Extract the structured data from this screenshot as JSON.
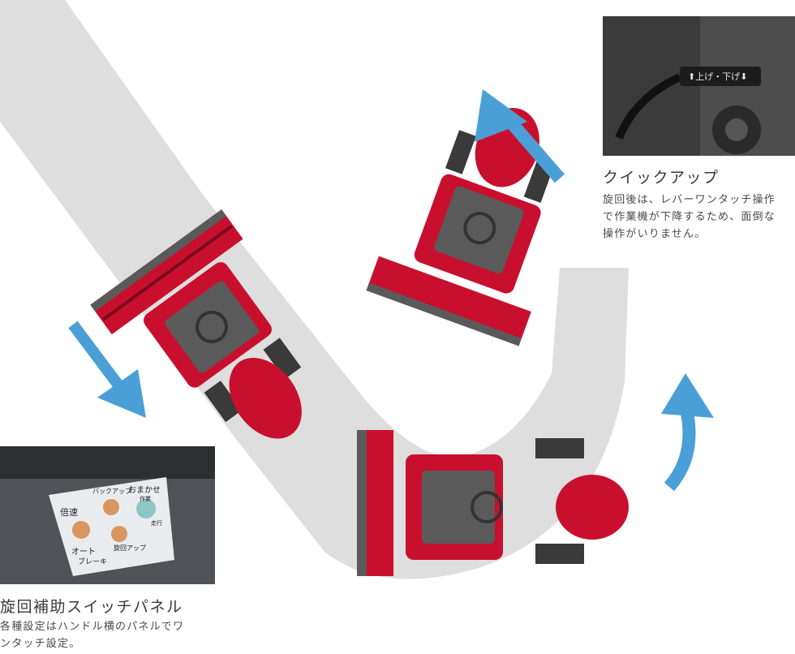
{
  "colors": {
    "path": "#dedede",
    "tractor_red": "#c8102e",
    "tractor_dark": "#5a5a5a",
    "tyre": "#3a3a3a",
    "arrow_blue": "#4a9fd6"
  },
  "quick_up": {
    "title": "クイックアップ",
    "body_line1": "旋回後は、レバーワンタッチ操作",
    "body_line2": "で作業機が下降するため、面倒な",
    "body_line3": "操作がいりません。",
    "lever_label": "⬆上げ・下げ⬇",
    "photo_icon": "lever-photo"
  },
  "switch_panel": {
    "title": "旋回補助スイッチパネル",
    "body_line1": "各種設定はハンドル横のパネルでワ",
    "body_line2": "ンタッチ設定。",
    "buttons": {
      "baisoku": "倍速",
      "back_up": "バックアップ",
      "omakase": "おまかせ",
      "sagyo": "作業",
      "soukou": "走行",
      "auto_brake_1": "オート",
      "auto_brake_2": "ブレーキ",
      "senkai_up": "旋回アップ"
    },
    "photo_icon": "switch-panel-photo"
  },
  "diagram": {
    "arrows": [
      "down-right-arrow-icon",
      "up-arrow-icon",
      "curved-up-arrow-icon"
    ],
    "tractors": 3
  }
}
